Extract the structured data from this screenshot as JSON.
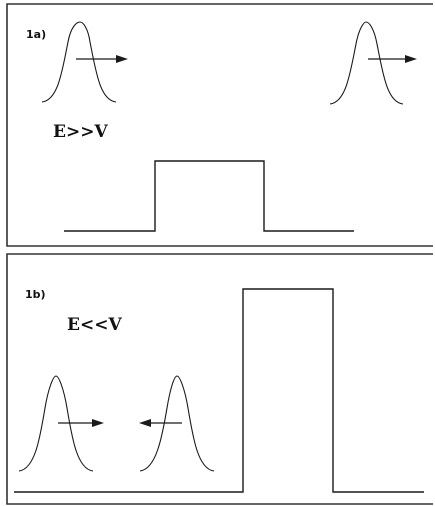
{
  "panels": [
    {
      "label": "1a)",
      "condition": "E>>V"
    },
    {
      "label": "1b)",
      "condition": "E<<V"
    }
  ],
  "colors": {
    "line": "#1a1a1a",
    "background": "#ffffff",
    "frame": "#333333"
  }
}
